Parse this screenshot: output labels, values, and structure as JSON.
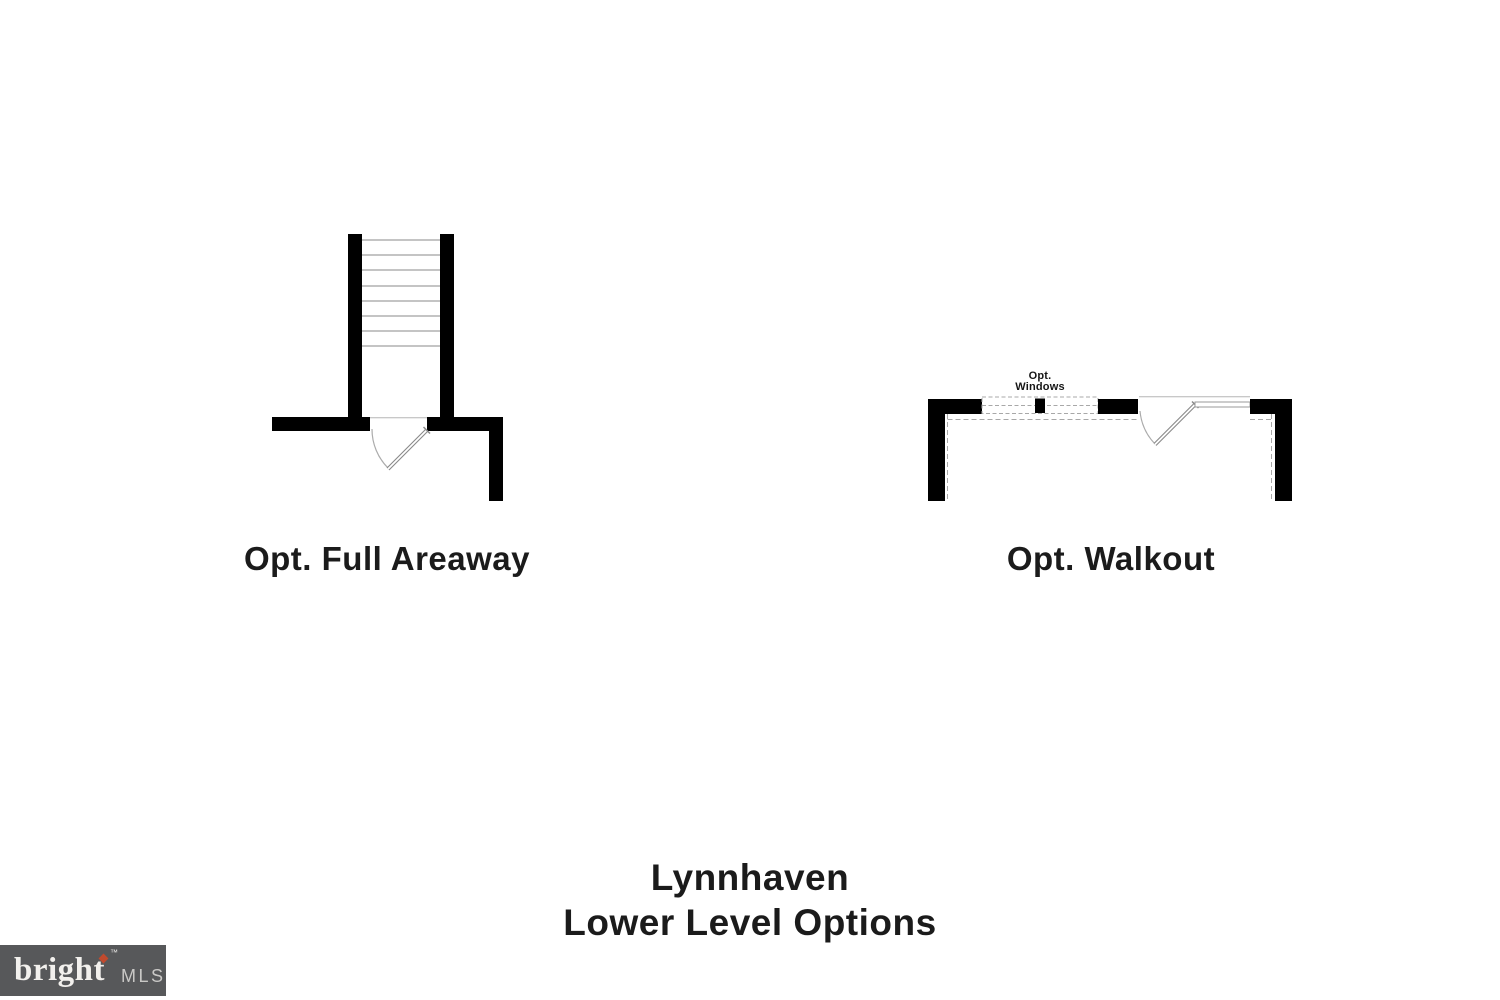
{
  "diagrams": {
    "areaway": {
      "label": "Opt. Full Areaway"
    },
    "walkout": {
      "label": "Opt. Walkout",
      "window_note": {
        "line1": "Opt.",
        "line2": "Windows"
      }
    }
  },
  "title": {
    "line1": "Lynnhaven",
    "line2": "Lower Level Options"
  },
  "logo": {
    "brand": "bright",
    "trademark": "™",
    "suffix": "MLS"
  },
  "colors": {
    "background": "#ffffff",
    "wall": "#000000",
    "stair_tread": "#b0b0b0",
    "door_arc": "#ababab",
    "door_leaf": "#8a8a8a",
    "dashed_line": "#a8a8a8",
    "label_text": "#1b1b1b",
    "logo_background": "#57585a",
    "logo_text": "#f2f0ed",
    "logo_diamond": "#c14a2e",
    "logo_mls_text": "#c9c8c6"
  }
}
